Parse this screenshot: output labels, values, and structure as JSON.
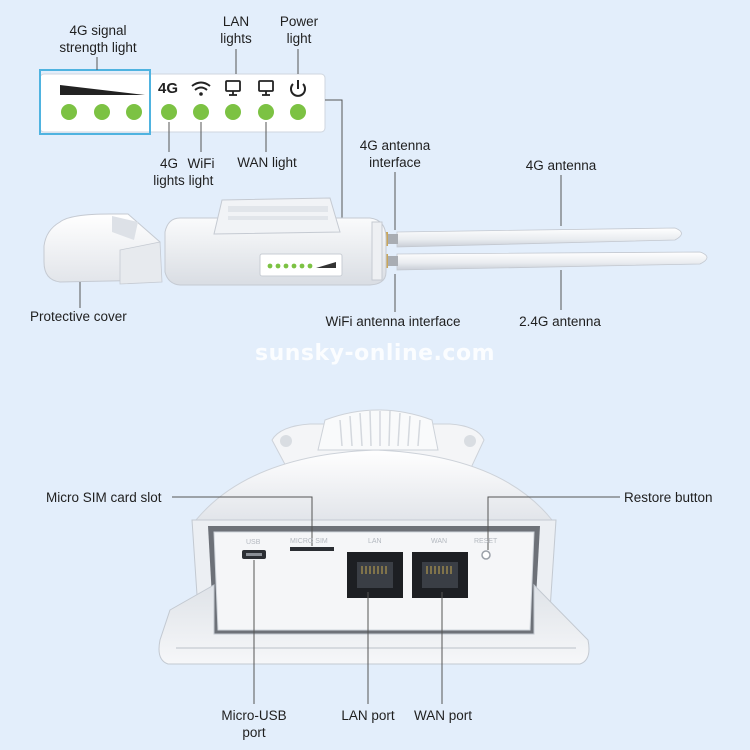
{
  "top_diagram": {
    "signal_strength_label": [
      "4G signal",
      "strength light"
    ],
    "lan_lights_label": [
      "LAN",
      "lights"
    ],
    "power_light_label": [
      "Power",
      "light"
    ],
    "lights_4g_label": [
      "4G",
      "lights"
    ],
    "wifi_light_label": [
      "WiFi",
      "light"
    ],
    "wan_light_label": "WAN light",
    "antenna_interface_4g_label": [
      "4G antenna",
      "interface"
    ],
    "antenna_4g_label": "4G antenna",
    "protective_cover_label": "Protective cover",
    "wifi_antenna_interface_label": "WiFi antenna interface",
    "antenna_24g_label": "2.4G antenna",
    "panel_4g_text": "4G"
  },
  "watermark": "sunsky-online.com",
  "bottom_diagram": {
    "micro_sim_label": "Micro SIM card slot",
    "restore_button_label": "Restore button",
    "micro_usb_label": [
      "Micro-USB",
      "port"
    ],
    "lan_port_label": "LAN port",
    "wan_port_label": "WAN port",
    "port_text_usb": "USB",
    "port_text_sim": "MICRO SIM",
    "port_text_lan": "LAN",
    "port_text_wan": "WAN",
    "port_text_reset": "RESET"
  },
  "colors": {
    "background": "#e3eefb",
    "led_green": "#7cc243",
    "highlight_box": "#4fb3e0",
    "device_white": "#f4f5f7",
    "leader_line": "#555555"
  }
}
